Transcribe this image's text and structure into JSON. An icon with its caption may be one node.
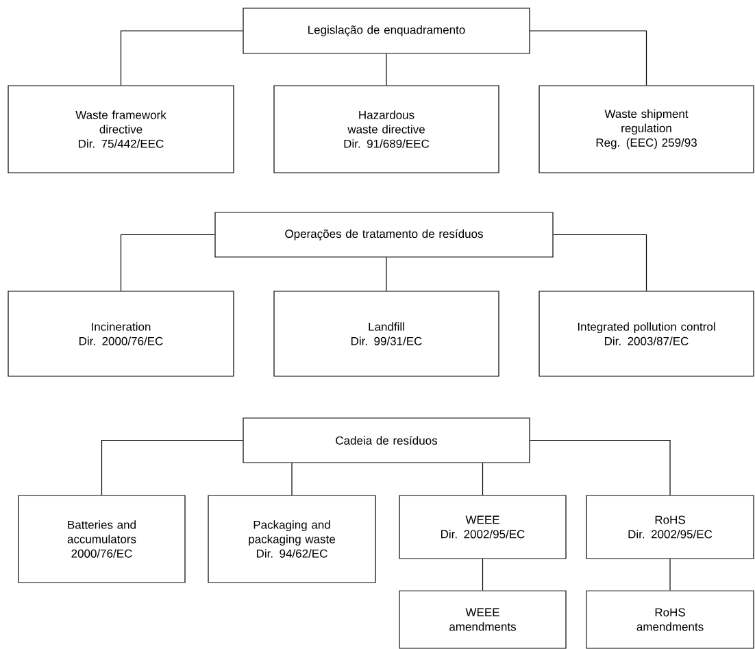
{
  "diagram": {
    "nodes": [
      {
        "text": [
          "Legislação de enquadramento"
        ]
      },
      {
        "text": [
          "Waste framework directive",
          "Dir. 75/442/EEC"
        ]
      },
      {
        "text": [
          "Hazardous waste directive",
          "Dir. 91/689/EEC"
        ]
      },
      {
        "text": [
          "Waste shipment regulation",
          "Reg. (EEC) 259/93"
        ]
      },
      {
        "text": [
          "Operações de tratamento de resíduos"
        ]
      },
      {
        "text": [
          "Incineration",
          "Dir. 2000/76/EC"
        ]
      },
      {
        "text": [
          "Landfill",
          "Dir. 99/31/EC"
        ]
      },
      {
        "text": [
          "Integrated pollution control",
          "Dir. 2003/87/EC"
        ]
      },
      {
        "text": [
          "Cadeia de resíduos"
        ]
      },
      {
        "text": [
          "Batteries and accumulators",
          "2000/76/EC"
        ]
      },
      {
        "text": [
          "Packaging and packaging waste",
          "Dir. 94/62/EC"
        ]
      },
      {
        "text": [
          "WEEE",
          "Dir. 2002/95/EC"
        ]
      },
      {
        "text": [
          "RoHS",
          "Dir. 2002/95/EC"
        ]
      },
      {
        "text": [
          "WEEE amendments"
        ]
      },
      {
        "text": [
          "RoHS amendments"
        ]
      }
    ],
    "edges": [
      {
        "from": 0,
        "to": 1,
        "arrow": "none"
      },
      {
        "from": 0,
        "to": 2,
        "arrow": "none"
      },
      {
        "from": 0,
        "to": 3,
        "arrow": "none"
      },
      {
        "from": 4,
        "to": 5,
        "arrow": "none"
      },
      {
        "from": 4,
        "to": 6,
        "arrow": "none"
      },
      {
        "from": 4,
        "to": 7,
        "arrow": "none"
      },
      {
        "from": 8,
        "to": 9,
        "arrow": "none"
      },
      {
        "from": 8,
        "to": 10,
        "arrow": "none"
      },
      {
        "from": 8,
        "to": 11,
        "arrow": "none"
      },
      {
        "from": 8,
        "to": 12,
        "arrow": "none"
      },
      {
        "from": 11,
        "to": 13,
        "arrow": "none"
      },
      {
        "from": 12,
        "to": 14,
        "arrow": "none"
      }
    ]
  }
}
